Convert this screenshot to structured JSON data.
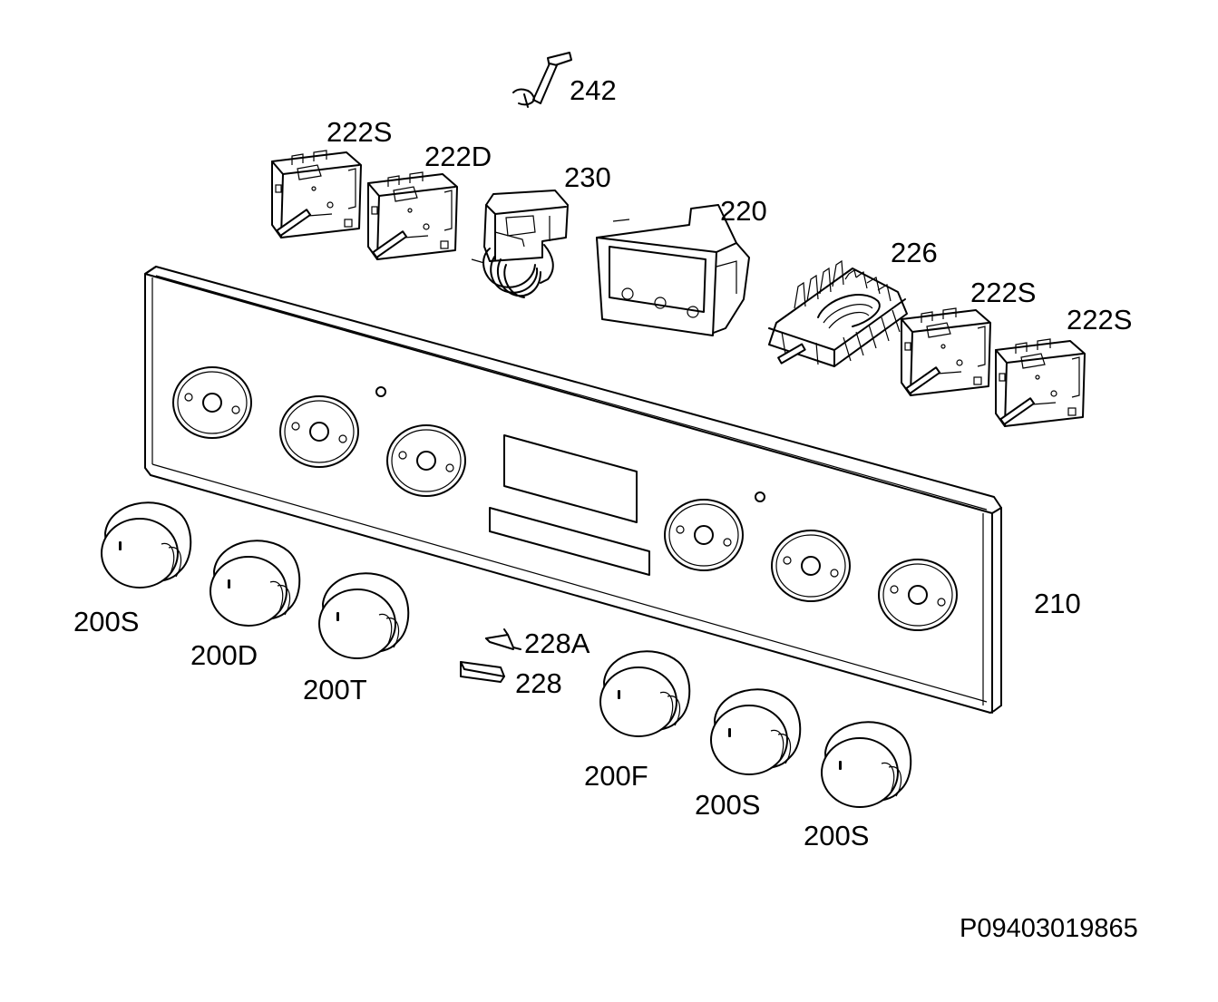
{
  "labels": {
    "p242": "242",
    "p222s_a": "222S",
    "p222d": "222D",
    "p230": "230",
    "p220": "220",
    "p226": "226",
    "p222s_b": "222S",
    "p222s_c": "222S",
    "p210": "210",
    "p200s_a": "200S",
    "p200d": "200D",
    "p200t": "200T",
    "p228a": "228A",
    "p228": "228",
    "p200f": "200F",
    "p200s_b": "200S",
    "p200s_c": "200S"
  },
  "document_id": "P09403019865",
  "icons": {
    "knob": "control-knob-icon",
    "switch": "rotary-switch-icon",
    "panel": "control-panel-icon"
  }
}
